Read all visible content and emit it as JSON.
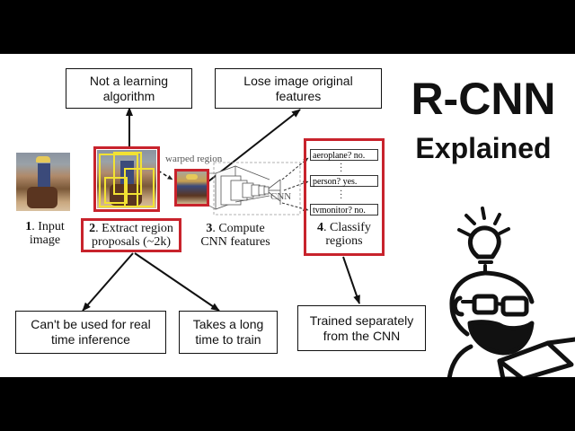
{
  "title": {
    "line1": "R-CNN",
    "line2": "Explained"
  },
  "callouts": {
    "not_learning": "Not a learning\nalgorithm",
    "lose_features": "Lose image original\nfeatures",
    "realtime": "Can't be used for real\ntime inference",
    "long_train": "Takes a long\ntime to train",
    "trained_separately": "Trained separately\nfrom the CNN"
  },
  "pipeline": {
    "warped_region": "warped region",
    "cnn": "CNN",
    "steps": [
      {
        "num": "1",
        "text": ". Input\nimage"
      },
      {
        "num": "2",
        "text": ". Extract region\nproposals (~2k)"
      },
      {
        "num": "3",
        "text": ". Compute\nCNN features"
      },
      {
        "num": "4",
        "text": ". Classify\nregions"
      }
    ],
    "classes": [
      "aeroplane? no.",
      "person? yes.",
      "tvmonitor? no."
    ]
  },
  "colors": {
    "accent_red": "#c8232c",
    "background": "#ffffff",
    "letterbox": "#000000"
  }
}
